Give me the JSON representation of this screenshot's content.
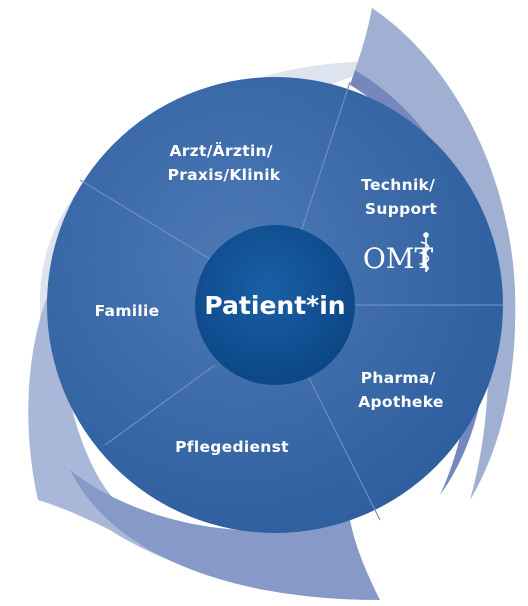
{
  "center": {
    "label": "Patient*in"
  },
  "segments": [
    {
      "lines": [
        "Arzt/Ärztin/",
        "Praxis/Klinik"
      ]
    },
    {
      "lines": [
        "Technik/",
        "Support"
      ]
    },
    {
      "lines": [
        "Familie"
      ]
    },
    {
      "lines": [
        "Pharma/",
        "Apotheke"
      ]
    },
    {
      "lines": [
        "Pflegedienst"
      ]
    }
  ],
  "logo": {
    "text": "OMT"
  },
  "colors": {
    "wheel": "#3f6aa6",
    "wheel_dark": "#2a5592",
    "center": "#0e4f91",
    "ring_light": "#dde3ef",
    "ring_mid": "#9fb0d3",
    "ring_dark": "#7488be",
    "divider": "#6d8fc0"
  }
}
